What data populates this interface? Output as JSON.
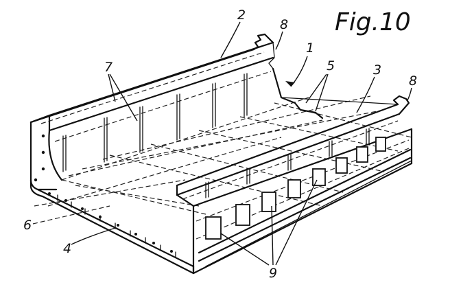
{
  "figure": {
    "label": "Fig.10",
    "reference_numerals": {
      "n1": "1",
      "n2": "2",
      "n3": "3",
      "n4": "4",
      "n5": "5",
      "n6": "6",
      "n7": "7",
      "n8a": "8",
      "n8b": "8",
      "n9": "9"
    }
  }
}
